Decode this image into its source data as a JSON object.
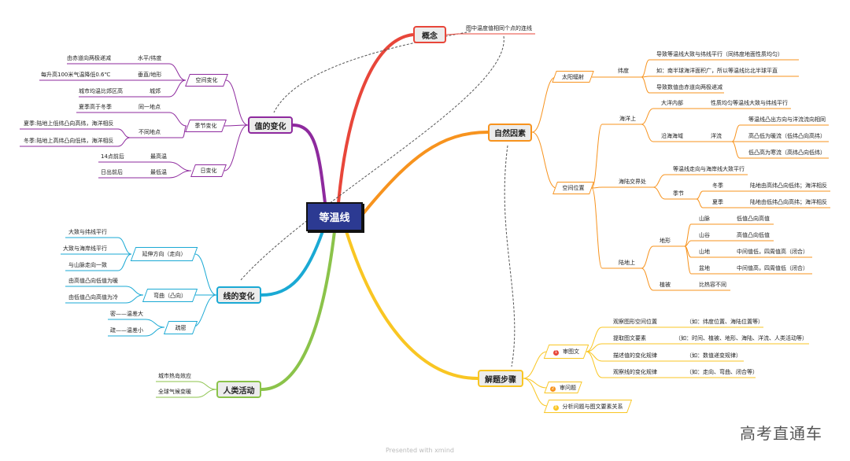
{
  "colors": {
    "concept": "#e8463a",
    "natural": "#f7931e",
    "steps": "#f9c623",
    "value": "#8e2a9e",
    "line": "#1aa9d4",
    "human": "#8bc34a",
    "center": "#2c3a92"
  },
  "center": "等温线",
  "concept": {
    "label": "概念",
    "def": "图中温度值相同个点的连线"
  },
  "value": {
    "label": "值的变化",
    "spatial": {
      "label": "空间变化",
      "rows": [
        [
          "水平/纬度",
          "由赤道向两极递减"
        ],
        [
          "垂直/地形",
          "每升高100米气温降低0.6℃"
        ],
        [
          "城郊",
          "城市均温比郊区高"
        ]
      ]
    },
    "season": {
      "label": "季节变化",
      "same": [
        "同一地点",
        "夏季高于冬季"
      ],
      "diff": "不同地点",
      "diff_items": [
        "夏季:陆地上低纬凸向高纬，海洋相反",
        "冬季:陆地上高纬凸向低纬，海洋相反"
      ]
    },
    "day": {
      "label": "日变化",
      "rows": [
        [
          "最高温",
          "14点前后"
        ],
        [
          "最低温",
          "日出前后"
        ]
      ]
    }
  },
  "line": {
    "label": "线的变化",
    "dir": {
      "label": "延伸方向（走向）",
      "items": [
        "大致与纬线平行",
        "大致与海岸线平行",
        "与山脉走向一致"
      ]
    },
    "bend": {
      "label": "弯曲（凸向）",
      "items": [
        "由高值凸向低值为暖",
        "由低值凸向高值为冷"
      ]
    },
    "density": {
      "label": "疏密",
      "items": [
        "密——温差大",
        "疏——温差小"
      ]
    }
  },
  "human": {
    "label": "人类活动",
    "items": [
      "城市热岛效应",
      "全球气候变暖"
    ]
  },
  "natural": {
    "label": "自然因素",
    "solar": {
      "label": "太阳辐射",
      "lat": "纬度",
      "items": [
        "导致等温线大致与纬线平行（同纬度地面性质均匀）",
        "如：南半球海洋面积广，所以等温线比北半球平直",
        "导致数值由赤道向两极递减"
      ]
    },
    "pos": {
      "label": "空间位置",
      "ocean": {
        "label": "海洋上",
        "inner": [
          "大洋内部",
          "性质均匀等温线大致与纬线平行"
        ],
        "coast": "沿海海域",
        "current": "洋流",
        "current_items": [
          "等温线凸出方向与洋流流向相同",
          "高凸低为暖流（低纬凸向高纬）",
          "低凸高为寒流（高纬凸向低纬）"
        ]
      },
      "border": {
        "label": "海陆交界处",
        "parallel": "等温线走向与海岸线大致平行",
        "season": "季节",
        "winter": [
          "冬季",
          "陆地由高纬凸向低纬；海洋相反"
        ],
        "summer": [
          "夏季",
          "陆地由低纬凸向高纬；海洋相反"
        ]
      },
      "land": {
        "label": "陆地上",
        "terrain": "地形",
        "terrain_items": [
          [
            "山脉",
            "低值凸向高值"
          ],
          [
            "山谷",
            "高值凸向低值"
          ],
          [
            "山地",
            "中间值低，四周值高（闭合）"
          ],
          [
            "盆地",
            "中间值高，四周值低（闭合）"
          ]
        ],
        "veg": [
          "植被",
          "比热容不同"
        ]
      }
    }
  },
  "steps": {
    "label": "解题步骤",
    "s1": {
      "num": "1",
      "label": "审图文",
      "rows": [
        [
          "观察图形空间位置",
          "（如：纬度位置、海陆位置等）"
        ],
        [
          "提取图文要素",
          "（如：时间、植被、地形、海陆、洋流、人类活动等）"
        ],
        [
          "描述值的变化规律",
          "（如：数值递变规律）"
        ],
        [
          "观察线的变化规律",
          "（如：走向、弯曲、闭合等）"
        ]
      ]
    },
    "s2": {
      "num": "2",
      "label": "审问题"
    },
    "s3": {
      "num": "3",
      "label": "分析问题与图文要素关系"
    }
  },
  "watermark": "高考直通车",
  "footer": "Presented with xmind"
}
